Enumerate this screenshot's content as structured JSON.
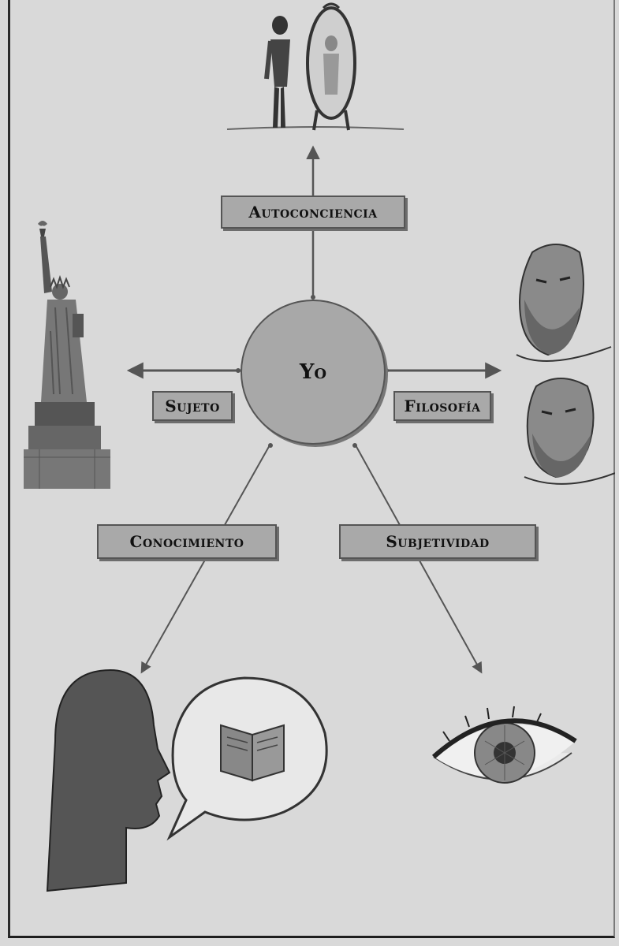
{
  "diagram": {
    "center": "Yo",
    "labels": {
      "top": "Autoconciencia",
      "left": "Sujeto",
      "right": "Filosofía",
      "bottom_left": "Conocimiento",
      "bottom_right": "Subjetividad"
    },
    "icons": {
      "top": "person-and-mirror-icon",
      "left": "statue-of-liberty-icon",
      "right": "philosopher-busts-icon",
      "bottom_left": "head-with-thought-bubble-book-icon",
      "bottom_right": "eye-icon"
    },
    "colors": {
      "background": "#d9d9d9",
      "box_fill": "#a9a9a9",
      "circle_fill": "#a8a8a8",
      "line": "#555555"
    }
  }
}
